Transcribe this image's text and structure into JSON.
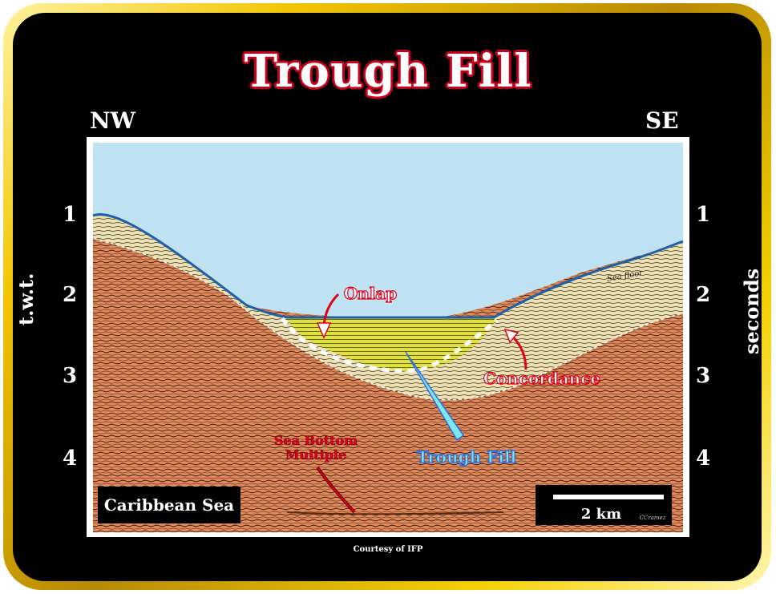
{
  "title": "Trough Fill",
  "directions": {
    "left": "NW",
    "right": "SE"
  },
  "axis": {
    "left_label": "t.w.t.",
    "right_label": "seconds",
    "ticks": [
      "1",
      "2",
      "3",
      "4"
    ]
  },
  "annotations": {
    "onlap": "Onlap",
    "concordance": "Concordance",
    "trough_fill": "Trough Fill",
    "sea_bottom_multiple_line1": "Sea Bottom",
    "sea_bottom_multiple_line2": "Multiple",
    "sea_floor": "Sea floor"
  },
  "location_label": "Caribbean Sea",
  "scale_bar_label": "2 km",
  "author_mark": "CCramez",
  "credit": "Courtesy of IFP",
  "colors": {
    "frame_gold": "#f2c400",
    "sea": "#bfe3f2",
    "basement": "#e08a5c",
    "drape": "#e9dfb0",
    "trough_fill": "#e0e040",
    "annotation_red": "#e0001a",
    "annotation_blue": "#2a6ee0",
    "arrow_cyan": "#7fe6f2"
  }
}
